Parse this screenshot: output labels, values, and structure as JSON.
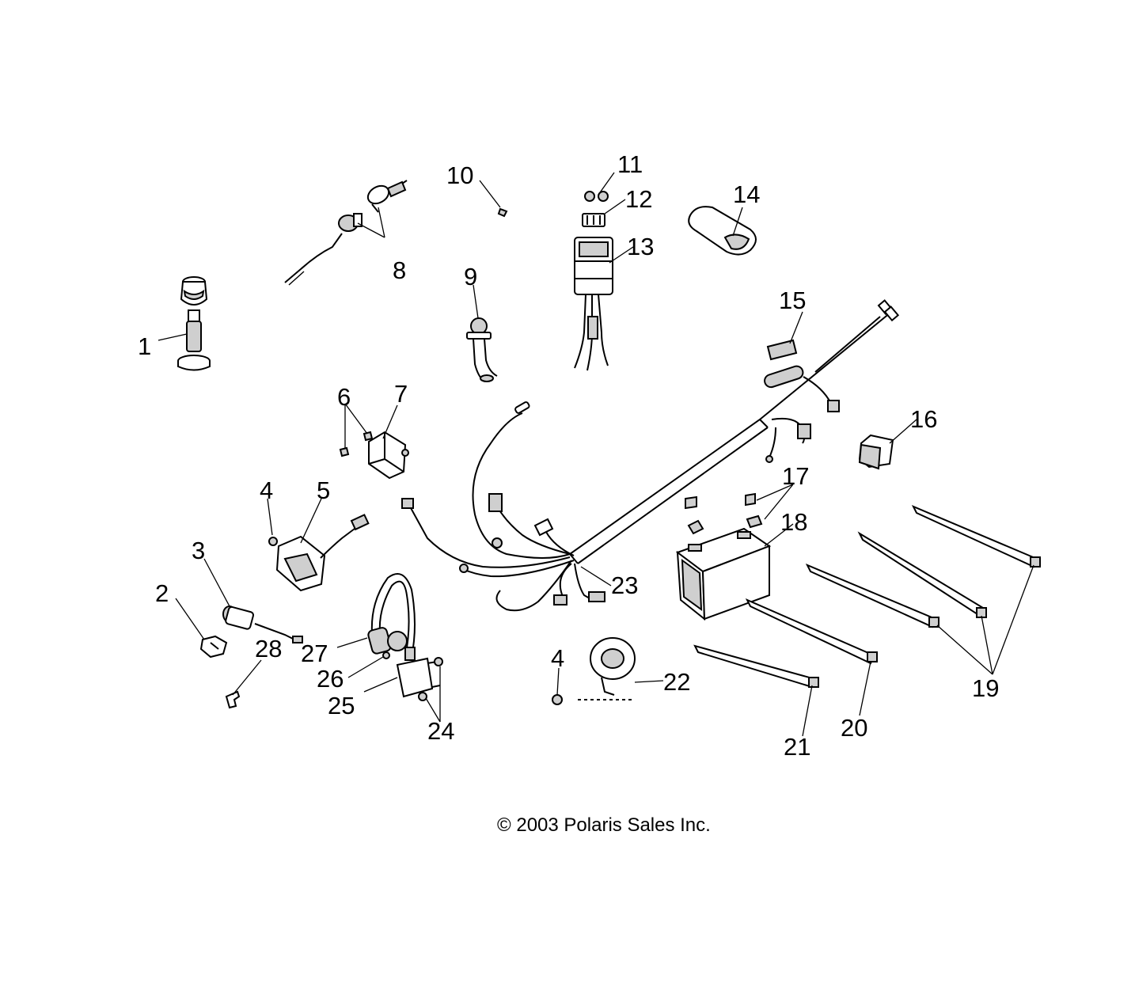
{
  "labels": {
    "l1": "1",
    "l2": "2",
    "l3": "3",
    "l4a": "4",
    "l4b": "4",
    "l5": "5",
    "l6": "6",
    "l7": "7",
    "l8": "8",
    "l9": "9",
    "l10": "10",
    "l11": "11",
    "l12": "12",
    "l13": "13",
    "l14": "14",
    "l15": "15",
    "l16": "16",
    "l17": "17",
    "l18": "18",
    "l19": "19",
    "l20": "20",
    "l21": "21",
    "l22": "22",
    "l23": "23",
    "l24": "24",
    "l25": "25",
    "l26": "26",
    "l27": "27",
    "l28": "28"
  },
  "copyright": "© 2003 Polaris Sales Inc."
}
